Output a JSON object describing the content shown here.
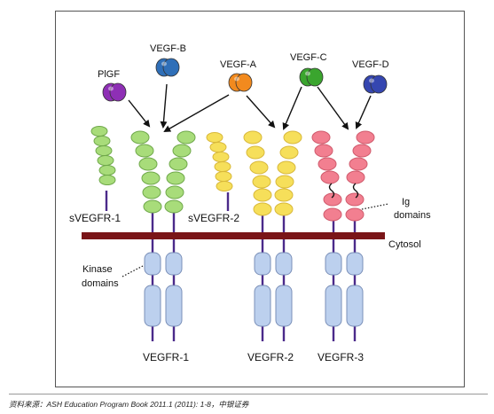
{
  "ligands": {
    "plgf": "PlGF",
    "vegf_b": "VEGF-B",
    "vegf_a": "VEGF-A",
    "vegf_c": "VEGF-C",
    "vegf_d": "VEGF-D"
  },
  "receptors": {
    "svegfr1": "sVEGFR-1",
    "svegfr2": "sVEGFR-2",
    "vegfr1": "VEGFR-1",
    "vegfr2": "VEGFR-2",
    "vegfr3": "VEGFR-3"
  },
  "annotations": {
    "ig_line1": "Ig",
    "ig_line2": "domains",
    "kinase_line1": "Kinase",
    "kinase_line2": "domains",
    "cytosol": "Cytosol"
  },
  "source": "资料来源：ASH Education Program Book 2011.1 (2011): 1-8，中银证券",
  "colors": {
    "plgf": "#8e2fb5",
    "vegf_b": "#2f6fb8",
    "vegf_a": "#f28a1e",
    "vegf_c": "#3aa52e",
    "vegf_d": "#3546b0",
    "vegfr1_ig": "#a8dc7a",
    "vegfr2_ig": "#f6df5a",
    "vegfr3_ig": "#f27f90",
    "membrane": "#7a1518",
    "kinase": "#bcd0ee",
    "stalk": "#4b2a8a"
  }
}
